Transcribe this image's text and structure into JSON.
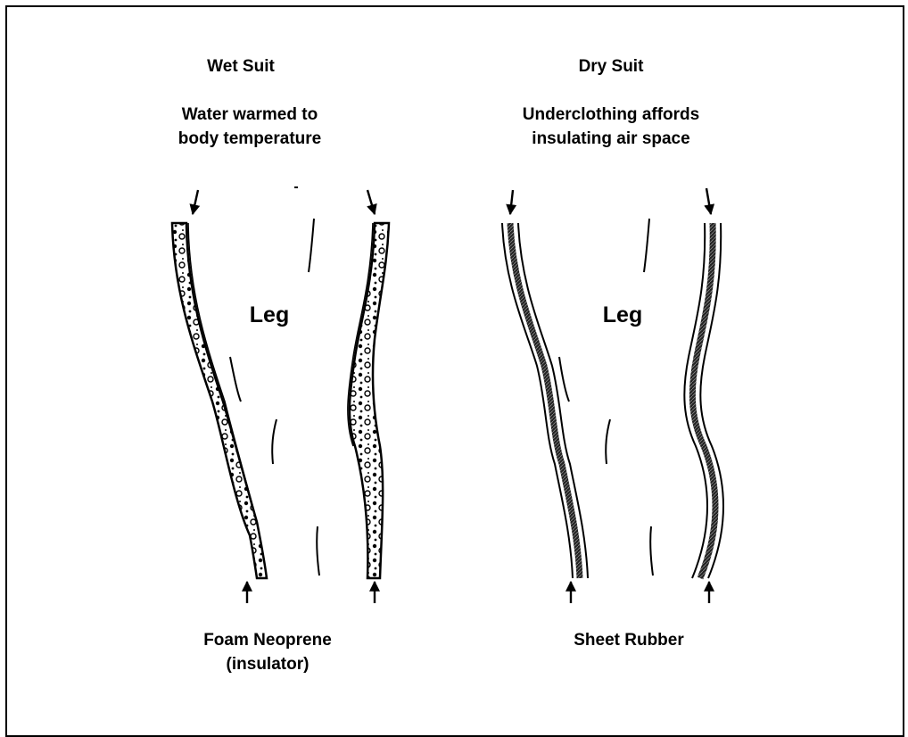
{
  "wet_suit": {
    "title": "Wet Suit",
    "caption_line1": "Water warmed to",
    "caption_line2": "body temperature",
    "leg_label": "Leg",
    "material_line1": "Foam Neoprene",
    "material_line2": "(insulator)"
  },
  "dry_suit": {
    "title": "Dry Suit",
    "caption_line1": "Underclothing affords",
    "caption_line2": "insulating air space",
    "leg_label": "Leg",
    "material_line1": "Sheet Rubber"
  },
  "colors": {
    "ink": "#000000",
    "background": "#ffffff"
  }
}
